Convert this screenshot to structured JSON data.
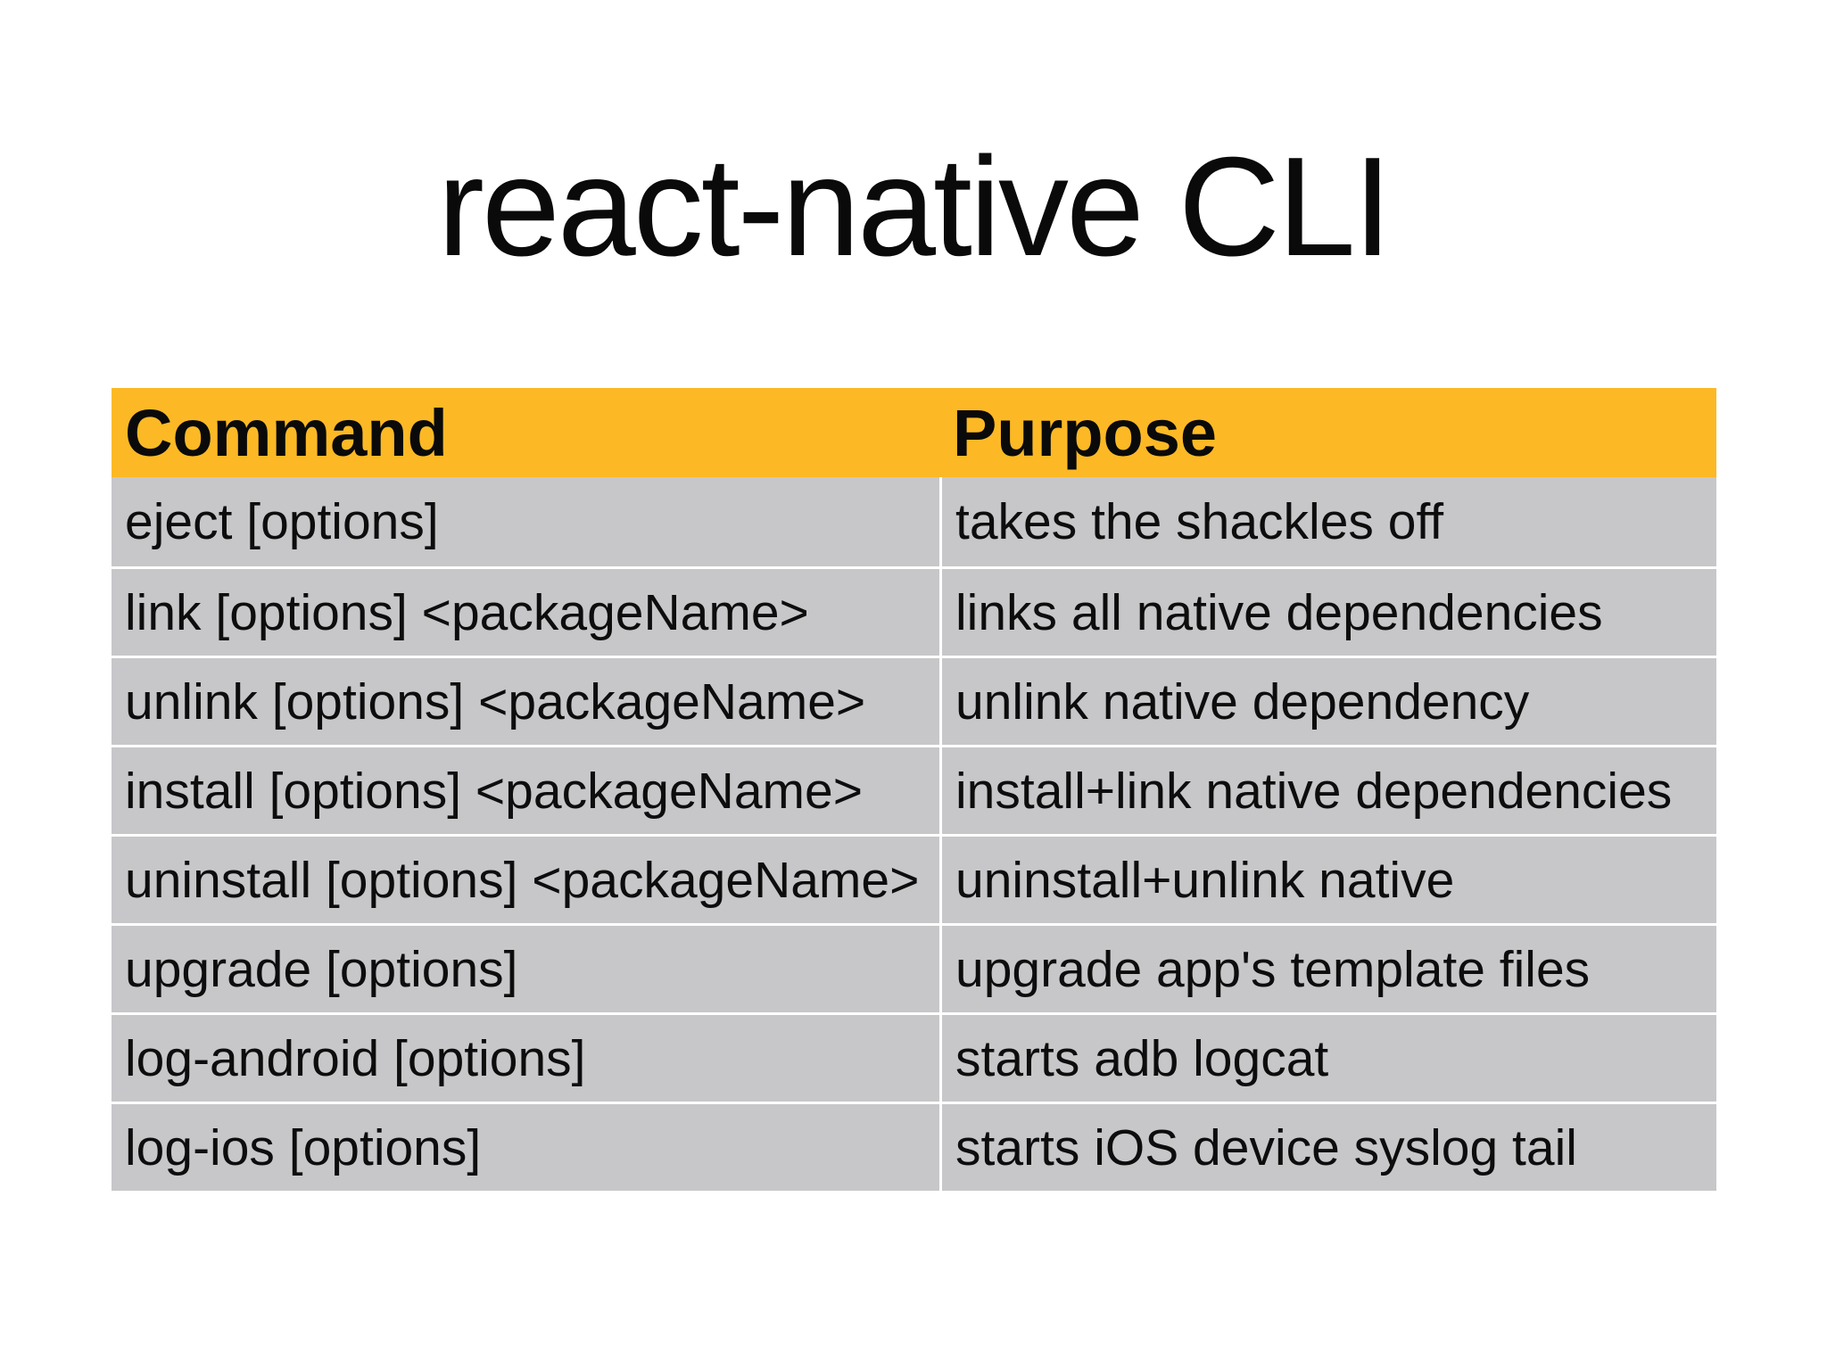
{
  "slide": {
    "title": "react-native CLI"
  },
  "table": {
    "columns": {
      "command_header": "Command",
      "purpose_header": "Purpose"
    },
    "rows": [
      {
        "command": "eject [options]",
        "purpose": "takes the shackles off"
      },
      {
        "command": "link [options] <packageName>",
        "purpose": "links all native dependencies"
      },
      {
        "command": "unlink [options] <packageName>",
        "purpose": "unlink native dependency"
      },
      {
        "command": "install [options] <packageName>",
        "purpose": "install+link native dependencies"
      },
      {
        "command": "uninstall [options] <packageName>",
        "purpose": "uninstall+unlink native"
      },
      {
        "command": "upgrade [options]",
        "purpose": "upgrade app's template files"
      },
      {
        "command": "log-android [options]",
        "purpose": "starts adb logcat"
      },
      {
        "command": "log-ios [options]",
        "purpose": "starts iOS device syslog tail"
      }
    ],
    "colors": {
      "header_background": "#FCB925",
      "row_background": "#C7C7CA",
      "divider": "#FFFFFF",
      "text": "#0D0D0D"
    }
  }
}
